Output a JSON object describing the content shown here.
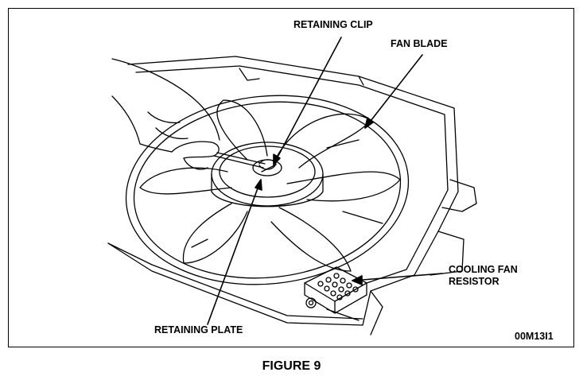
{
  "figure": {
    "caption": "FIGURE 9",
    "code": "00M13I1"
  },
  "callouts": {
    "retaining_clip": "RETAINING CLIP",
    "fan_blade": "FAN BLADE",
    "cooling_fan_resistor_line1": "COOLING FAN",
    "cooling_fan_resistor_line2": "RESISTOR",
    "retaining_plate": "RETAINING PLATE"
  },
  "colors": {
    "ink": "#000000",
    "paper": "#ffffff"
  }
}
